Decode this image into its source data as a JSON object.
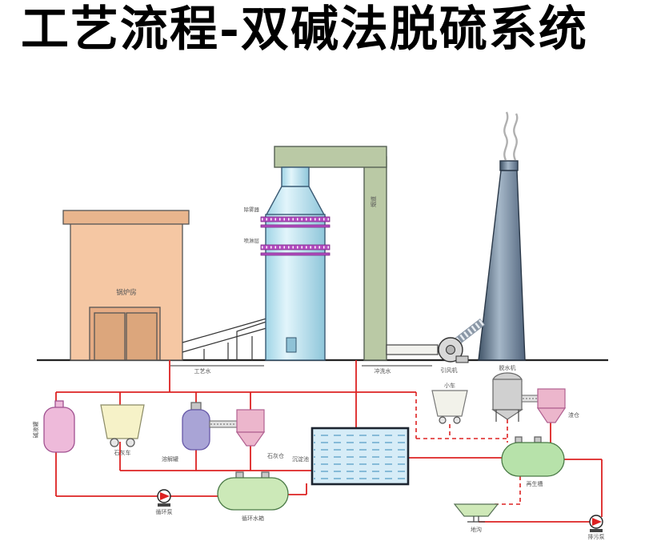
{
  "title": "工艺流程-双碱法脱硫系统",
  "colors": {
    "pipe_red": "#dd2222",
    "building_wall": "#f5c7a3",
    "building_roof": "#e9b58d",
    "building_door": "#dca67c",
    "building_doorframe": "#e6ac84",
    "tower_band": "#b44cc0",
    "duct_green": "#bac9a5",
    "smoke_gray": "#b0b0b0",
    "pool_fill": "#d6ecf7",
    "pool_wave": "#5aa0c8",
    "alkali_tank_pink": "#eebada",
    "cart_yellow": "#f6f2c8",
    "cart_white": "#f2f2ea",
    "dissolve_purple": "#a9a4d6",
    "hopper_pink": "#ecb6cc",
    "circ_tank_green": "#cce9b8",
    "regen_green": "#b7e2aa",
    "gray_tank": "#d0d0d0",
    "dish_green": "#cfe9b8",
    "duct_fill": "#f2f2ee"
  },
  "labels": {
    "building": "锅炉房",
    "demister": "除雾器",
    "spray_layer": "喷淋层",
    "flue": "烟道",
    "fan": "引风机",
    "process_water": "工艺水",
    "flush_water": "冲洗水",
    "alkali_tank": "碱液罐",
    "lime_cart": "石灰车",
    "dissolve_tank": "溶解罐",
    "lime_silo": "石灰仓",
    "settling_pool": "沉淀池",
    "circ_tank": "循环水箱",
    "circ_pump": "循环泵",
    "dewater": "脱水机",
    "slag_silo": "渣仓",
    "slag_cart": "小车",
    "regen_tank": "再生槽",
    "drain": "地沟",
    "drain_pump": "排污泵"
  }
}
